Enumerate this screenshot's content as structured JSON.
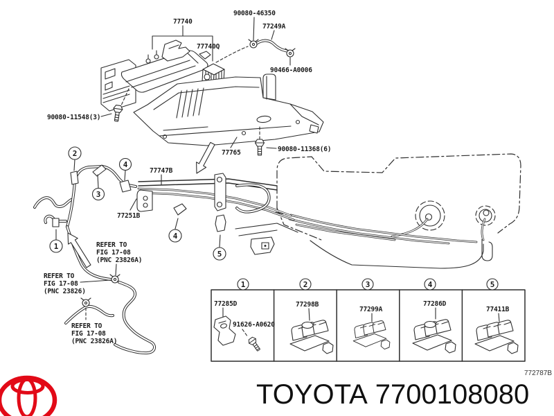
{
  "parts": {
    "canister": "77740",
    "canister_filter": "77740Q",
    "hose_clamp": "90080-46350",
    "vapor_hose": "77249A",
    "hose_clip": "90466-A0006",
    "canister_bolt": "90080-11548(3)",
    "protector_shield": "77765",
    "shield_bolt": "90080-11368(6)",
    "pipe_protector": "77747B",
    "pipe_clamp_plate": "77251B"
  },
  "refer_notes": {
    "note_mid": {
      "line1": "REFER TO",
      "line2": "FIG 17-08",
      "line3": "(PNC 23826A)"
    },
    "note_left": {
      "line1": "REFER TO",
      "line2": "FIG 17-08",
      "line3": "(PNC 23826)"
    },
    "note_bottom": {
      "line1": "REFER TO",
      "line2": "FIG 17-08",
      "line3": "(PNC 23826A)"
    }
  },
  "callouts": {
    "n1": "1",
    "n2": "2",
    "n3": "3",
    "n4": "4",
    "n5": "5"
  },
  "legend": {
    "items": [
      {
        "num": "1",
        "part": "77285D",
        "extra_part": "91626-A0620"
      },
      {
        "num": "2",
        "part": "77298B"
      },
      {
        "num": "3",
        "part": "77299A"
      },
      {
        "num": "4",
        "part": "77286D"
      },
      {
        "num": "5",
        "part": "77411B"
      }
    ]
  },
  "footer": {
    "brand": "TOYOTA",
    "catalog_number": "7700108080",
    "drawing_code": "772787B"
  },
  "colors": {
    "line": "#2d2d2d",
    "logo_red": "#e20a17",
    "text": "#101010"
  }
}
